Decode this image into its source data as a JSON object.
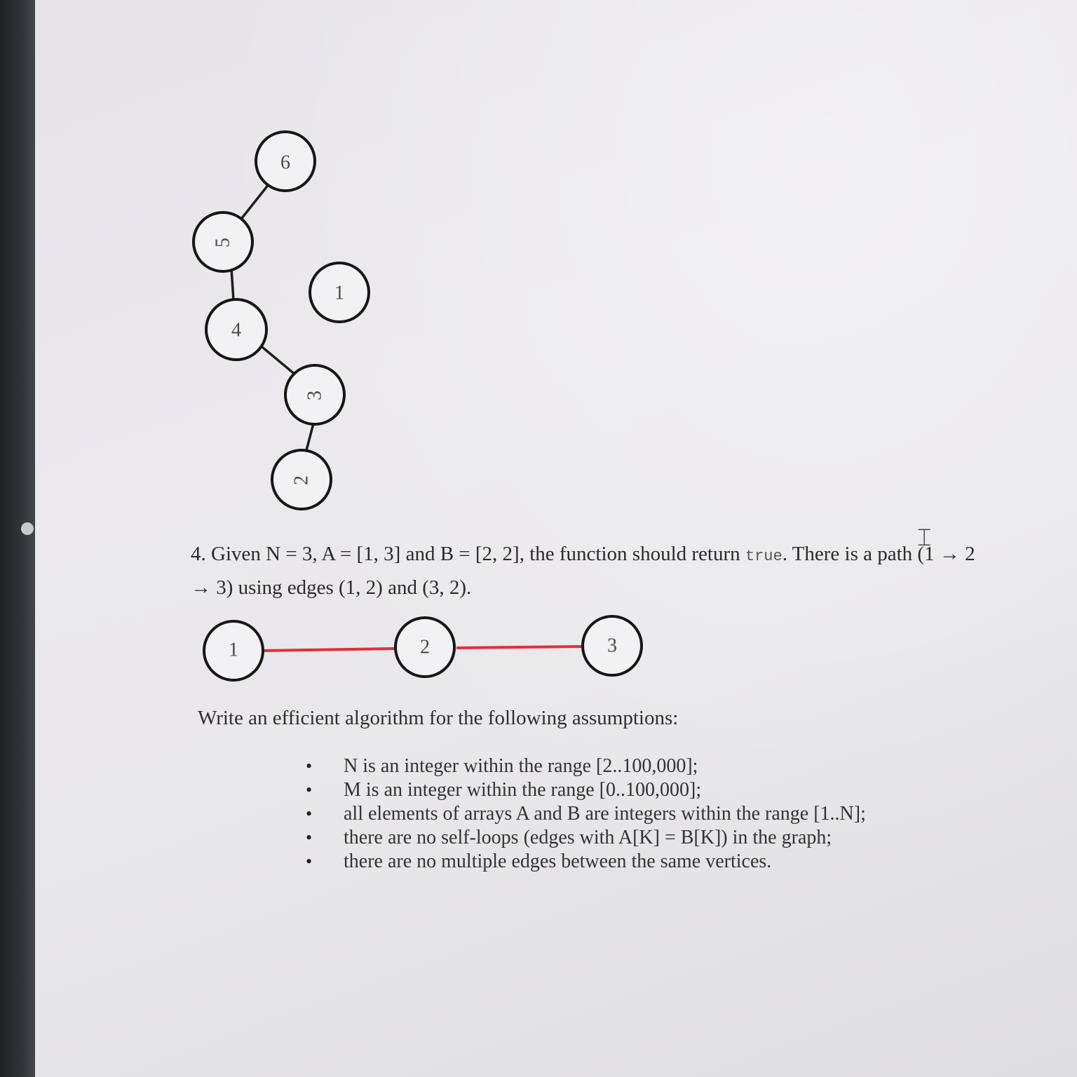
{
  "graph_top": {
    "nodes": [
      {
        "id": "6",
        "label": "6"
      },
      {
        "id": "5",
        "label": "5"
      },
      {
        "id": "1",
        "label": "1"
      },
      {
        "id": "4",
        "label": "4"
      },
      {
        "id": "3",
        "label": "3"
      },
      {
        "id": "2",
        "label": "2"
      }
    ],
    "edges": [
      [
        "6",
        "5"
      ],
      [
        "5",
        "4"
      ],
      [
        "4",
        "3"
      ],
      [
        "3",
        "2"
      ]
    ]
  },
  "example": {
    "line1_before": "4. Given N = 3, A = [1, 3] and B = [2, 2], the function should return ",
    "code_true": "true",
    "line1_after": ". There is a path (1 → 2",
    "line2": "→ 3) using edges (1, 2) and (3, 2)."
  },
  "graph_bottom": {
    "nodes": [
      {
        "id": "1",
        "label": "1"
      },
      {
        "id": "2",
        "label": "2"
      },
      {
        "id": "3",
        "label": "3"
      }
    ],
    "edges": [
      [
        "1",
        "2"
      ],
      [
        "2",
        "3"
      ]
    ],
    "edge_color": "#e0303a"
  },
  "intro_text": "Write an efficient algorithm for the following assumptions:",
  "assumptions": [
    "N is an integer within the range [2..100,000];",
    "M is an integer within the range [0..100,000];",
    "all elements of arrays A and B are integers within the range [1..N];",
    "there are no self-loops (edges with A[K] = B[K]) in the graph;",
    "there are no multiple edges between the same vertices."
  ],
  "bullet_char": "•"
}
